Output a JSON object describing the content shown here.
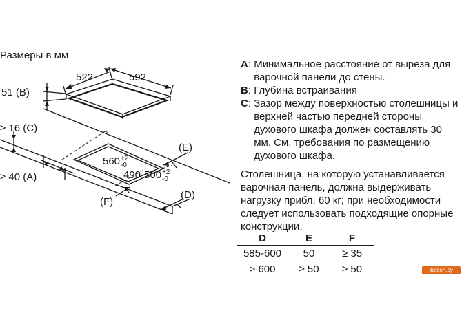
{
  "diagram": {
    "title": "Размеры в мм",
    "dim_522": "522",
    "dim_592": "592",
    "label_b": "51 (B)",
    "label_c": "≥ 16 (C)",
    "label_a": "≥ 40 (A)",
    "label_e": "(E)",
    "label_d": "(D)",
    "label_f": "(F)",
    "cutout_width": "560",
    "cutout_depth": "490-500",
    "tol_plus": "+2",
    "tol_minus": "-0"
  },
  "legend": [
    {
      "key": "A",
      "text": "Минимальное расстояние от выреза для варочной панели до стены."
    },
    {
      "key": "B",
      "text": "Глубина встраивания"
    },
    {
      "key": "C",
      "text": "Зазор между поверхностью столешницы и верхней частью передней стороны духового шкафа должен составлять 30 мм. См. требования по размещению духового шкафа."
    }
  ],
  "note": "Столешница, на которую устанавливается варочная панель, должна выдерживать нагрузку прибл. 60 кг; при необходимости следует использовать подходящие опорные конструкции.",
  "table": {
    "headers": [
      "D",
      "E",
      "F"
    ],
    "rows": [
      [
        "585-600",
        "50",
        "≥ 35"
      ],
      [
        "> 600",
        "≥ 50",
        "≥ 50"
      ]
    ]
  },
  "watermark": "ilatech.by",
  "colors": {
    "ink": "#1a1a1a",
    "watermark_bg": "#e06a1b"
  }
}
